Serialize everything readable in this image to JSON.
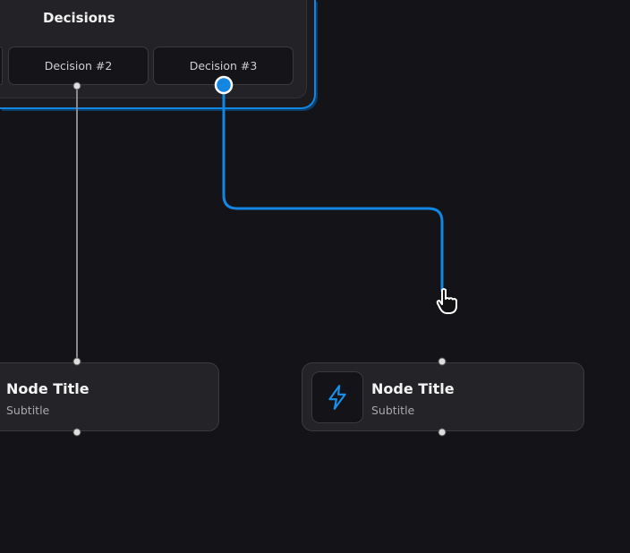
{
  "decisions_panel": {
    "title": "Decisions",
    "buttons": [
      {
        "label": "Decision #2"
      },
      {
        "label": "Decision #3"
      }
    ],
    "accent_color": "#1286e0"
  },
  "nodes": [
    {
      "title": "Node Title",
      "subtitle": "Subtitle"
    },
    {
      "title": "Node Title",
      "subtitle": "Subtitle",
      "icon": "lightning-icon"
    }
  ],
  "connection": {
    "state": "dragging",
    "color": "#1286e0"
  }
}
